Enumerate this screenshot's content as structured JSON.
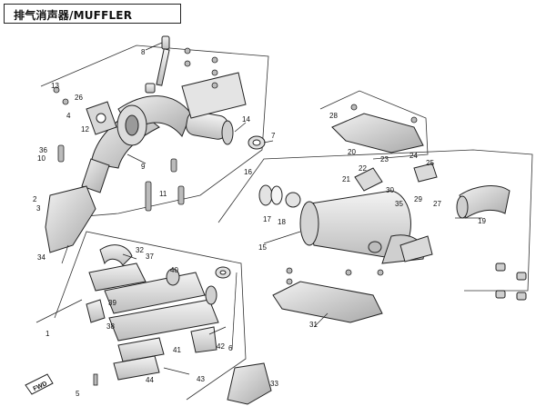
{
  "title": "排气消声器/MUFFLER",
  "fwd_label": "FWD",
  "callouts": [
    "1",
    "2",
    "3",
    "4",
    "5",
    "6",
    "7",
    "8",
    "9",
    "10",
    "11",
    "12",
    "13",
    "14",
    "15",
    "16",
    "17",
    "18",
    "19",
    "20",
    "21",
    "22",
    "23",
    "24",
    "25",
    "26",
    "27",
    "28",
    "29",
    "30",
    "31",
    "32",
    "33",
    "34",
    "35",
    "36",
    "37",
    "38",
    "39",
    "40",
    "41",
    "42",
    "43",
    "44"
  ],
  "colors": {
    "line": "#222222",
    "part_fill": "#e9e9e9",
    "part_dark": "#bdbdbd"
  }
}
